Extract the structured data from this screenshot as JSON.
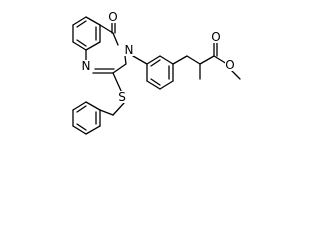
{
  "molecule": {
    "atoms": {
      "carbonyl_oxygen": "O",
      "n1": "N",
      "n3": "N",
      "sulfur": "S",
      "ester_carbonyl_oxygen": "O",
      "ester_oxygen": "O"
    },
    "colors": {
      "bond": "#000000",
      "label": "#000000",
      "background": "#ffffff"
    }
  }
}
